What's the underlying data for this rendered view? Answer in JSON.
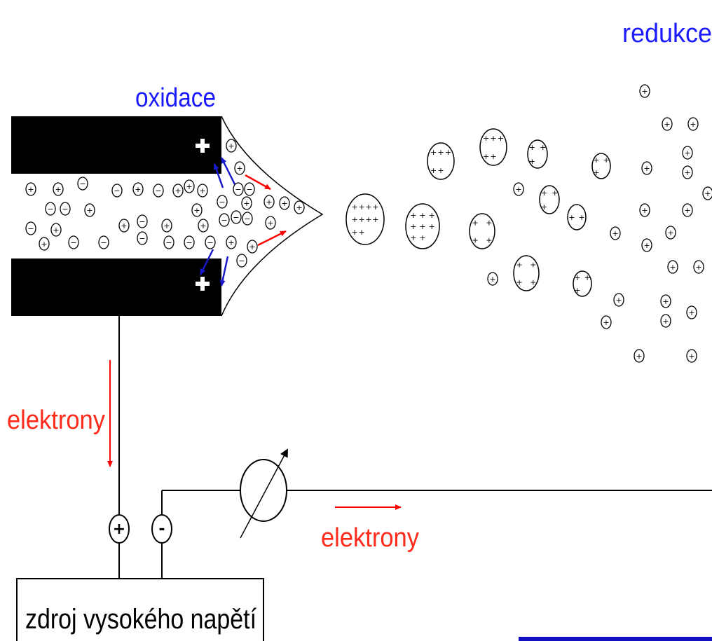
{
  "labels": {
    "oxidation": "oxidace",
    "reduction": "redukce",
    "electrons_vertical": "elektrony",
    "electrons_horizontal": "elektrony",
    "power_source": "zdroj vysokého napětí",
    "plus_sign": "+",
    "minus_sign": "-"
  },
  "ion_symbols": {
    "positive": "+",
    "negative": "−"
  },
  "colors": {
    "electrode": "#000000",
    "label_blue": "#1a1aff",
    "label_red": "#ff2a1a",
    "arrow_red": "#ff0000",
    "arrow_blue": "#1a1acc",
    "footer_bar": "#1010c0"
  }
}
